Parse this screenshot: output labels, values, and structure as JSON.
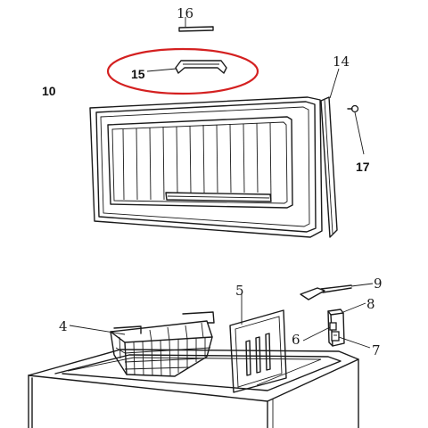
{
  "labels": {
    "p4": "4",
    "p5": "5",
    "p6": "6",
    "p7": "7",
    "p8": "8",
    "p9": "9",
    "p10": "10",
    "p14": "14",
    "p15": "15",
    "p16": "16",
    "p17": "17"
  },
  "colors": {
    "line": "#1a1a1a",
    "highlight": "#d42020",
    "background": "#ffffff"
  }
}
